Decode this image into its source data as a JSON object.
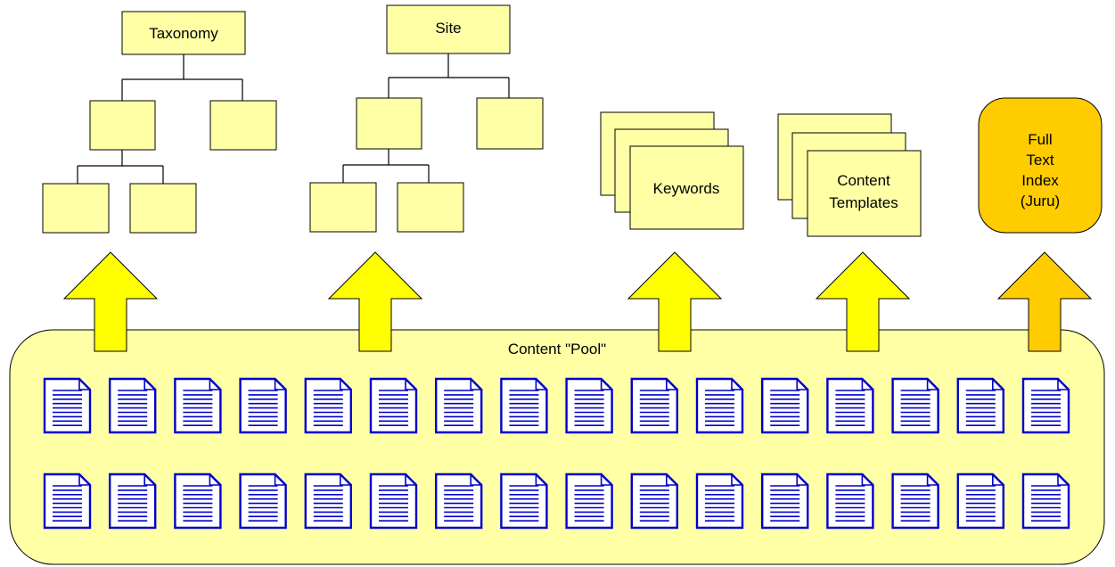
{
  "taxonomy": {
    "label": "Taxonomy"
  },
  "site": {
    "label": "Site"
  },
  "keywords": {
    "label": "Keywords"
  },
  "templates": {
    "label_line1": "Content",
    "label_line2": "Templates"
  },
  "fulltext": {
    "lines": [
      "Full",
      "Text",
      "Index",
      "(Juru)"
    ]
  },
  "pool": {
    "label": "Content \"Pool\"",
    "documents_per_row": 16,
    "rows": 2
  },
  "colors": {
    "box_fill": "#FFFFA6",
    "arrow_yellow": "#FFFF00",
    "arrow_orange": "#FFCC00",
    "index_fill": "#FFCC00",
    "document_blue": "#0000CC"
  },
  "icons": {
    "document": "document-icon",
    "arrow": "up-arrow-icon"
  }
}
